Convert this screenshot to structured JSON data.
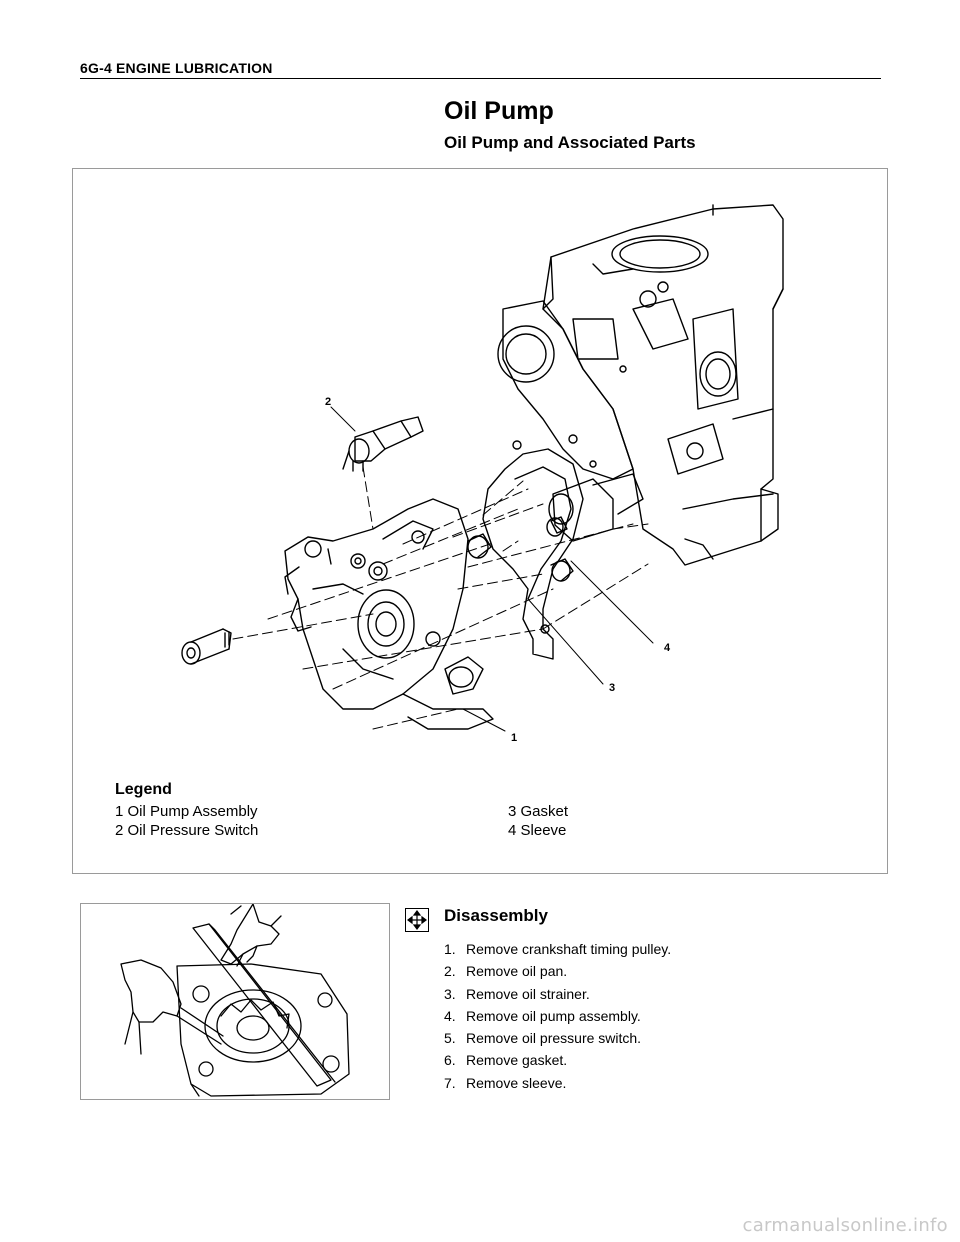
{
  "header": {
    "text": "6G-4  ENGINE LUBRICATION"
  },
  "title": "Oil Pump",
  "subtitle": "Oil Pump and Associated Parts",
  "figure": {
    "callouts": [
      "1",
      "2",
      "3",
      "4"
    ],
    "legend_title": "Legend",
    "legend": [
      "1 Oil Pump Assembly",
      "2 Oil Pressure Switch",
      "3 Gasket",
      "4 Sleeve"
    ]
  },
  "disassembly": {
    "icon": "disassemble-arrows-icon",
    "title": "Disassembly",
    "steps": [
      {
        "num": "1.",
        "text": "Remove crankshaft timing pulley."
      },
      {
        "num": "2.",
        "text": "Remove oil pan."
      },
      {
        "num": "3.",
        "text": "Remove oil strainer."
      },
      {
        "num": "4.",
        "text": "Remove oil pump assembly."
      },
      {
        "num": "5.",
        "text": "Remove oil pressure switch."
      },
      {
        "num": "6.",
        "text": "Remove gasket."
      },
      {
        "num": "7.",
        "text": "Remove sleeve."
      }
    ]
  },
  "watermark": "carmanualsonline.info"
}
